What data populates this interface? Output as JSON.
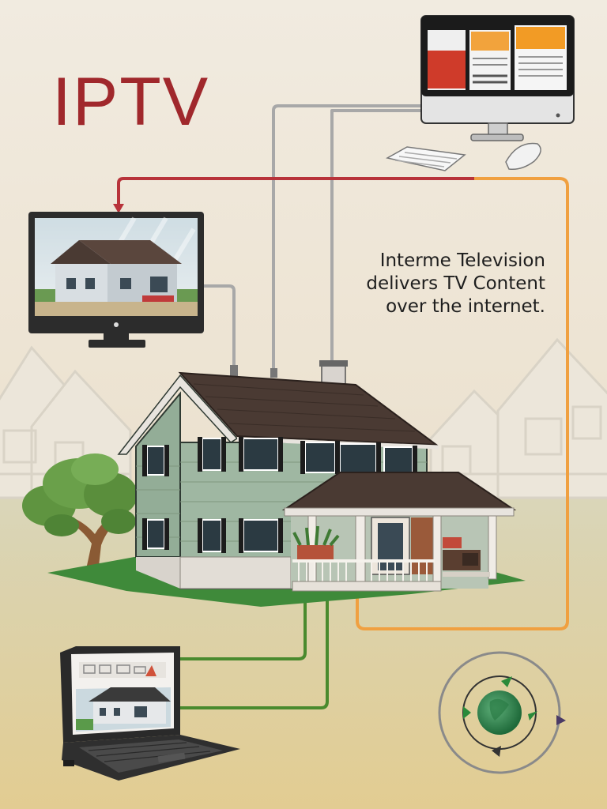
{
  "title": "IPTV",
  "caption": {
    "line1": "Interme Television",
    "line2": "delivers TV Content",
    "line3": "over the internet."
  },
  "colors": {
    "background": "#efe7d8",
    "title": "#a0282c",
    "link_red": "#b8333a",
    "link_orange": "#f0a040",
    "link_green": "#4a8a2e",
    "link_gray": "#a8a8a8",
    "house_siding": "#9fb7a2",
    "roof": "#4a3a33"
  },
  "icons": [
    "desktop-monitor-icon",
    "keyboard-icon",
    "mouse-icon",
    "television-icon",
    "house-icon",
    "laptop-icon",
    "sync-cycle-icon",
    "tree-icon"
  ]
}
